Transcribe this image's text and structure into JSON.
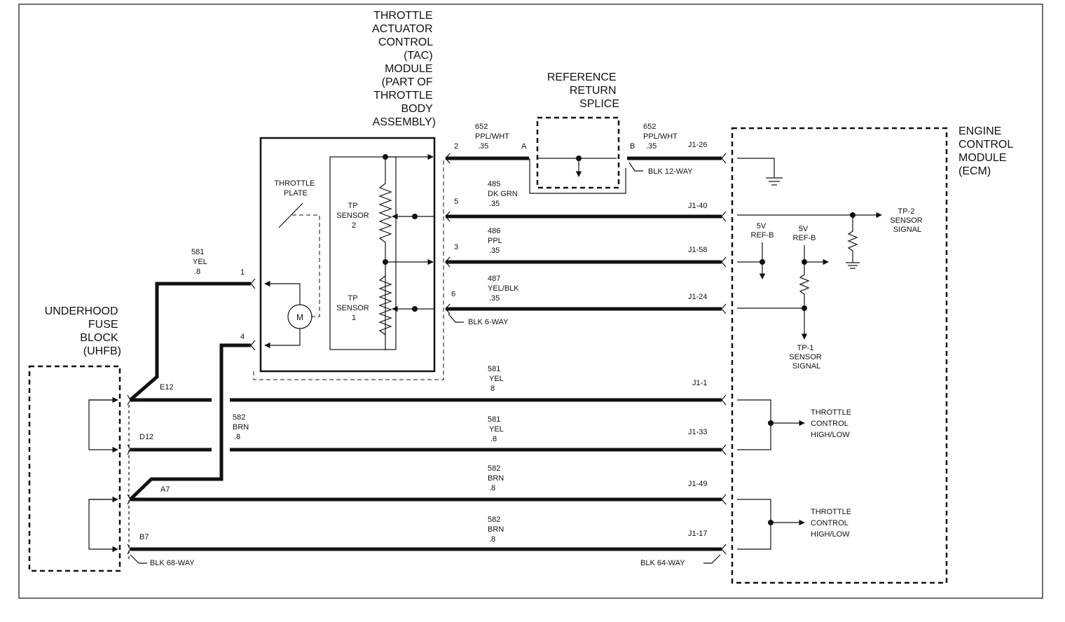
{
  "labels": {
    "tac_title": [
      "THROTTLE",
      "ACTUATOR",
      "CONTROL",
      "(TAC)",
      "MODULE",
      "(PART OF",
      "THROTTLE",
      "BODY",
      "ASSEMBLY)"
    ],
    "splice_title": [
      "REFERENCE",
      "RETURN",
      "SPLICE"
    ],
    "ecm_title": [
      "ENGINE",
      "CONTROL",
      "MODULE",
      "(ECM)"
    ],
    "uhfb_title": [
      "UNDERHOOD",
      "FUSE",
      "BLOCK",
      "(UHFB)"
    ],
    "throttle_plate": [
      "THROTTLE",
      "PLATE"
    ],
    "tp2": [
      "TP",
      "SENSOR",
      "2"
    ],
    "tp1": [
      "TP",
      "SENSOR",
      "1"
    ],
    "motor": "M",
    "tp2_signal": [
      "TP-2",
      "SENSOR",
      "SIGNAL"
    ],
    "tp1_signal": [
      "TP-1",
      "SENSOR",
      "SIGNAL"
    ],
    "ref_a": [
      "5V",
      "REF-B"
    ],
    "ref_b": [
      "5V",
      "REF-B"
    ],
    "throttle_ctrl_1": [
      "THROTTLE",
      "CONTROL",
      "HIGH/LOW"
    ],
    "throttle_ctrl_2": [
      "THROTTLE",
      "CONTROL",
      "HIGH/LOW"
    ],
    "blk_12way": "BLK 12-WAY",
    "blk_6way": "BLK 6-WAY",
    "blk_68way": "BLK 68-WAY",
    "blk_64way": "BLK 64-WAY"
  },
  "circuits": {
    "c652_left": [
      "652",
      "PPL/WHT",
      ".35"
    ],
    "c652_right": [
      "652",
      "PPL/WHT",
      ".35"
    ],
    "c485": [
      "485",
      "DK GRN",
      ".35"
    ],
    "c486": [
      "486",
      "PPL",
      ".35"
    ],
    "c487": [
      "487",
      "YEL/BLK",
      ".35"
    ],
    "c581_top": [
      "581",
      "YEL",
      ".8"
    ],
    "c581_a": [
      "581",
      "YEL",
      "8"
    ],
    "c581_b": [
      "581",
      "YEL",
      ".8"
    ],
    "c582_left": [
      "582",
      "BRN",
      ".8"
    ],
    "c582_a": [
      "582",
      "BRN",
      ".8"
    ],
    "c582_b": [
      "582",
      "BRN",
      ".8"
    ]
  },
  "pins": {
    "tac_1": "1",
    "tac_4": "4",
    "tac_2": "2",
    "tac_5": "5",
    "tac_3": "3",
    "tac_6": "6",
    "splice_a": "A",
    "splice_b": "B",
    "uhfb_e12": "E12",
    "uhfb_d12": "D12",
    "uhfb_a7": "A7",
    "uhfb_b7": "B7",
    "ecm_j1_26": "J1-26",
    "ecm_j1_40": "J1-40",
    "ecm_j1_58": "J1-58",
    "ecm_j1_24": "J1-24",
    "ecm_j1_1": "J1-1",
    "ecm_j1_33": "J1-33",
    "ecm_j1_49": "J1-49",
    "ecm_j1_17": "J1-17"
  }
}
